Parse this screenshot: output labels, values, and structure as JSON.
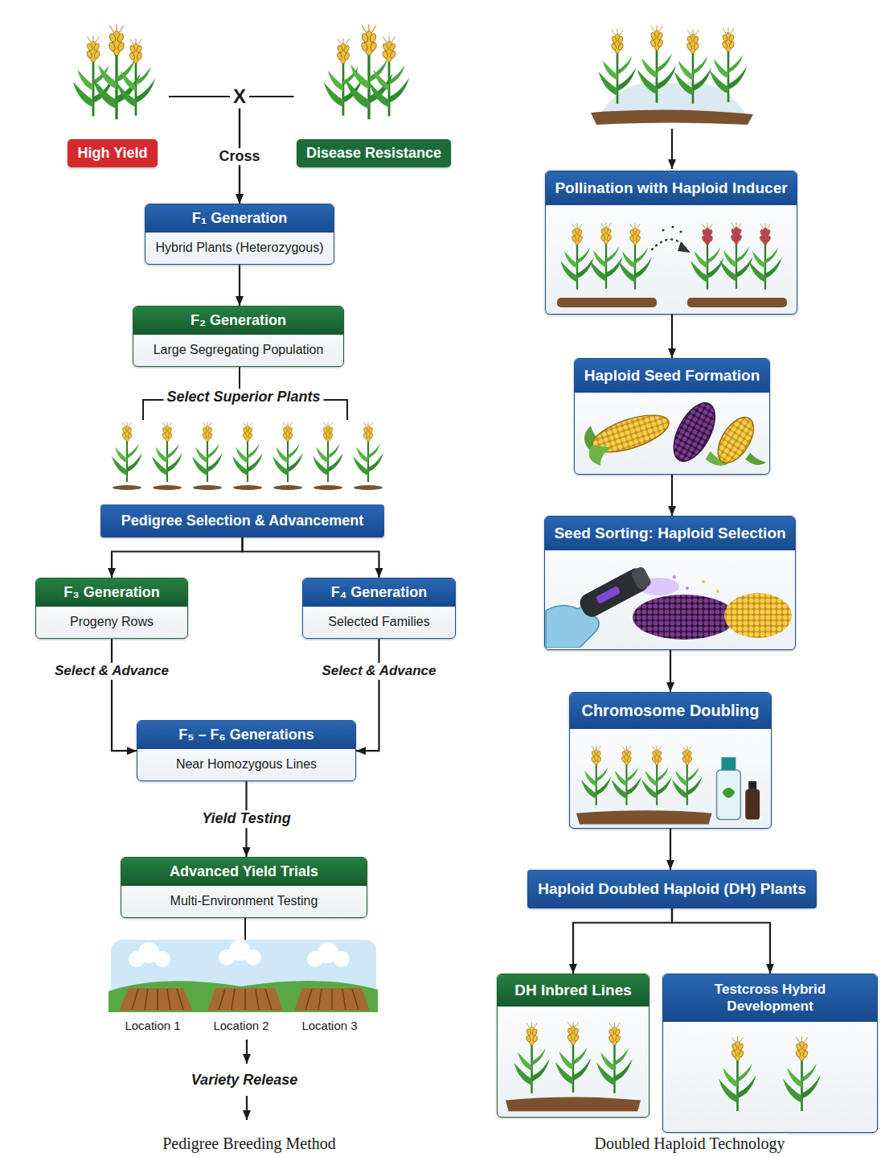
{
  "diagram": {
    "nodes": [
      {
        "text": [
          "High Yield"
        ]
      },
      {
        "text": [
          "Disease Resistance"
        ]
      },
      {
        "text": [
          "F₁ Generation",
          "Hybrid Plants (Heterozygous)"
        ]
      },
      {
        "text": [
          "F₂ Generation",
          "Large Segregating Population"
        ]
      },
      {
        "text": [
          "Pedigree Selection & Advancement"
        ]
      },
      {
        "text": [
          "F₃ Generation",
          "Progeny Rows"
        ]
      },
      {
        "text": [
          "F₄ Generation",
          "Selected Families"
        ]
      },
      {
        "text": [
          "F₅ – F₆ Generations",
          "Near Homozygous Lines"
        ]
      },
      {
        "text": [
          "Advanced Yield Trials",
          "Multi-Environment Testing"
        ]
      },
      {
        "text": [
          "Pollination with Haploid Inducer"
        ]
      },
      {
        "text": [
          "Haploid Seed Formation"
        ]
      },
      {
        "text": [
          "Seed Sorting: Haploid Selection"
        ]
      },
      {
        "text": [
          "Chromosome Doubling"
        ]
      },
      {
        "text": [
          "Haploid Doubled Haploid (DH) Plants"
        ]
      },
      {
        "text": [
          "DH Inbred Lines"
        ]
      },
      {
        "text": [
          "Testcross Hybrid Development"
        ]
      }
    ],
    "edges": [
      {
        "from": 0,
        "to": 2,
        "arrow": "to",
        "label": "Cross"
      },
      {
        "from": 1,
        "to": 2,
        "arrow": "to"
      },
      {
        "from": 2,
        "to": 3,
        "arrow": "to"
      },
      {
        "from": 4,
        "to": 5,
        "arrow": "to"
      },
      {
        "from": 4,
        "to": 6,
        "arrow": "to"
      },
      {
        "from": 5,
        "to": 7,
        "arrow": "to",
        "label": "Select & Advance"
      },
      {
        "from": 6,
        "to": 7,
        "arrow": "to",
        "label": "Select & Advance"
      },
      {
        "from": 7,
        "to": 8,
        "arrow": "to",
        "label": "Yield Testing"
      },
      {
        "from": 9,
        "to": 10,
        "arrow": "to"
      },
      {
        "from": 10,
        "to": 11,
        "arrow": "to"
      },
      {
        "from": 11,
        "to": 12,
        "arrow": "to"
      },
      {
        "from": 12,
        "to": 13,
        "arrow": "to"
      },
      {
        "from": 13,
        "to": 14,
        "arrow": "to"
      },
      {
        "from": 13,
        "to": 15,
        "arrow": "to"
      }
    ],
    "labels": [
      "X",
      "Select Superior Plants",
      "Location 1",
      "Location 2",
      "Location 3",
      "Variety Release",
      "Pedigree Breeding Method",
      "Doubled Haploid Technology"
    ]
  }
}
